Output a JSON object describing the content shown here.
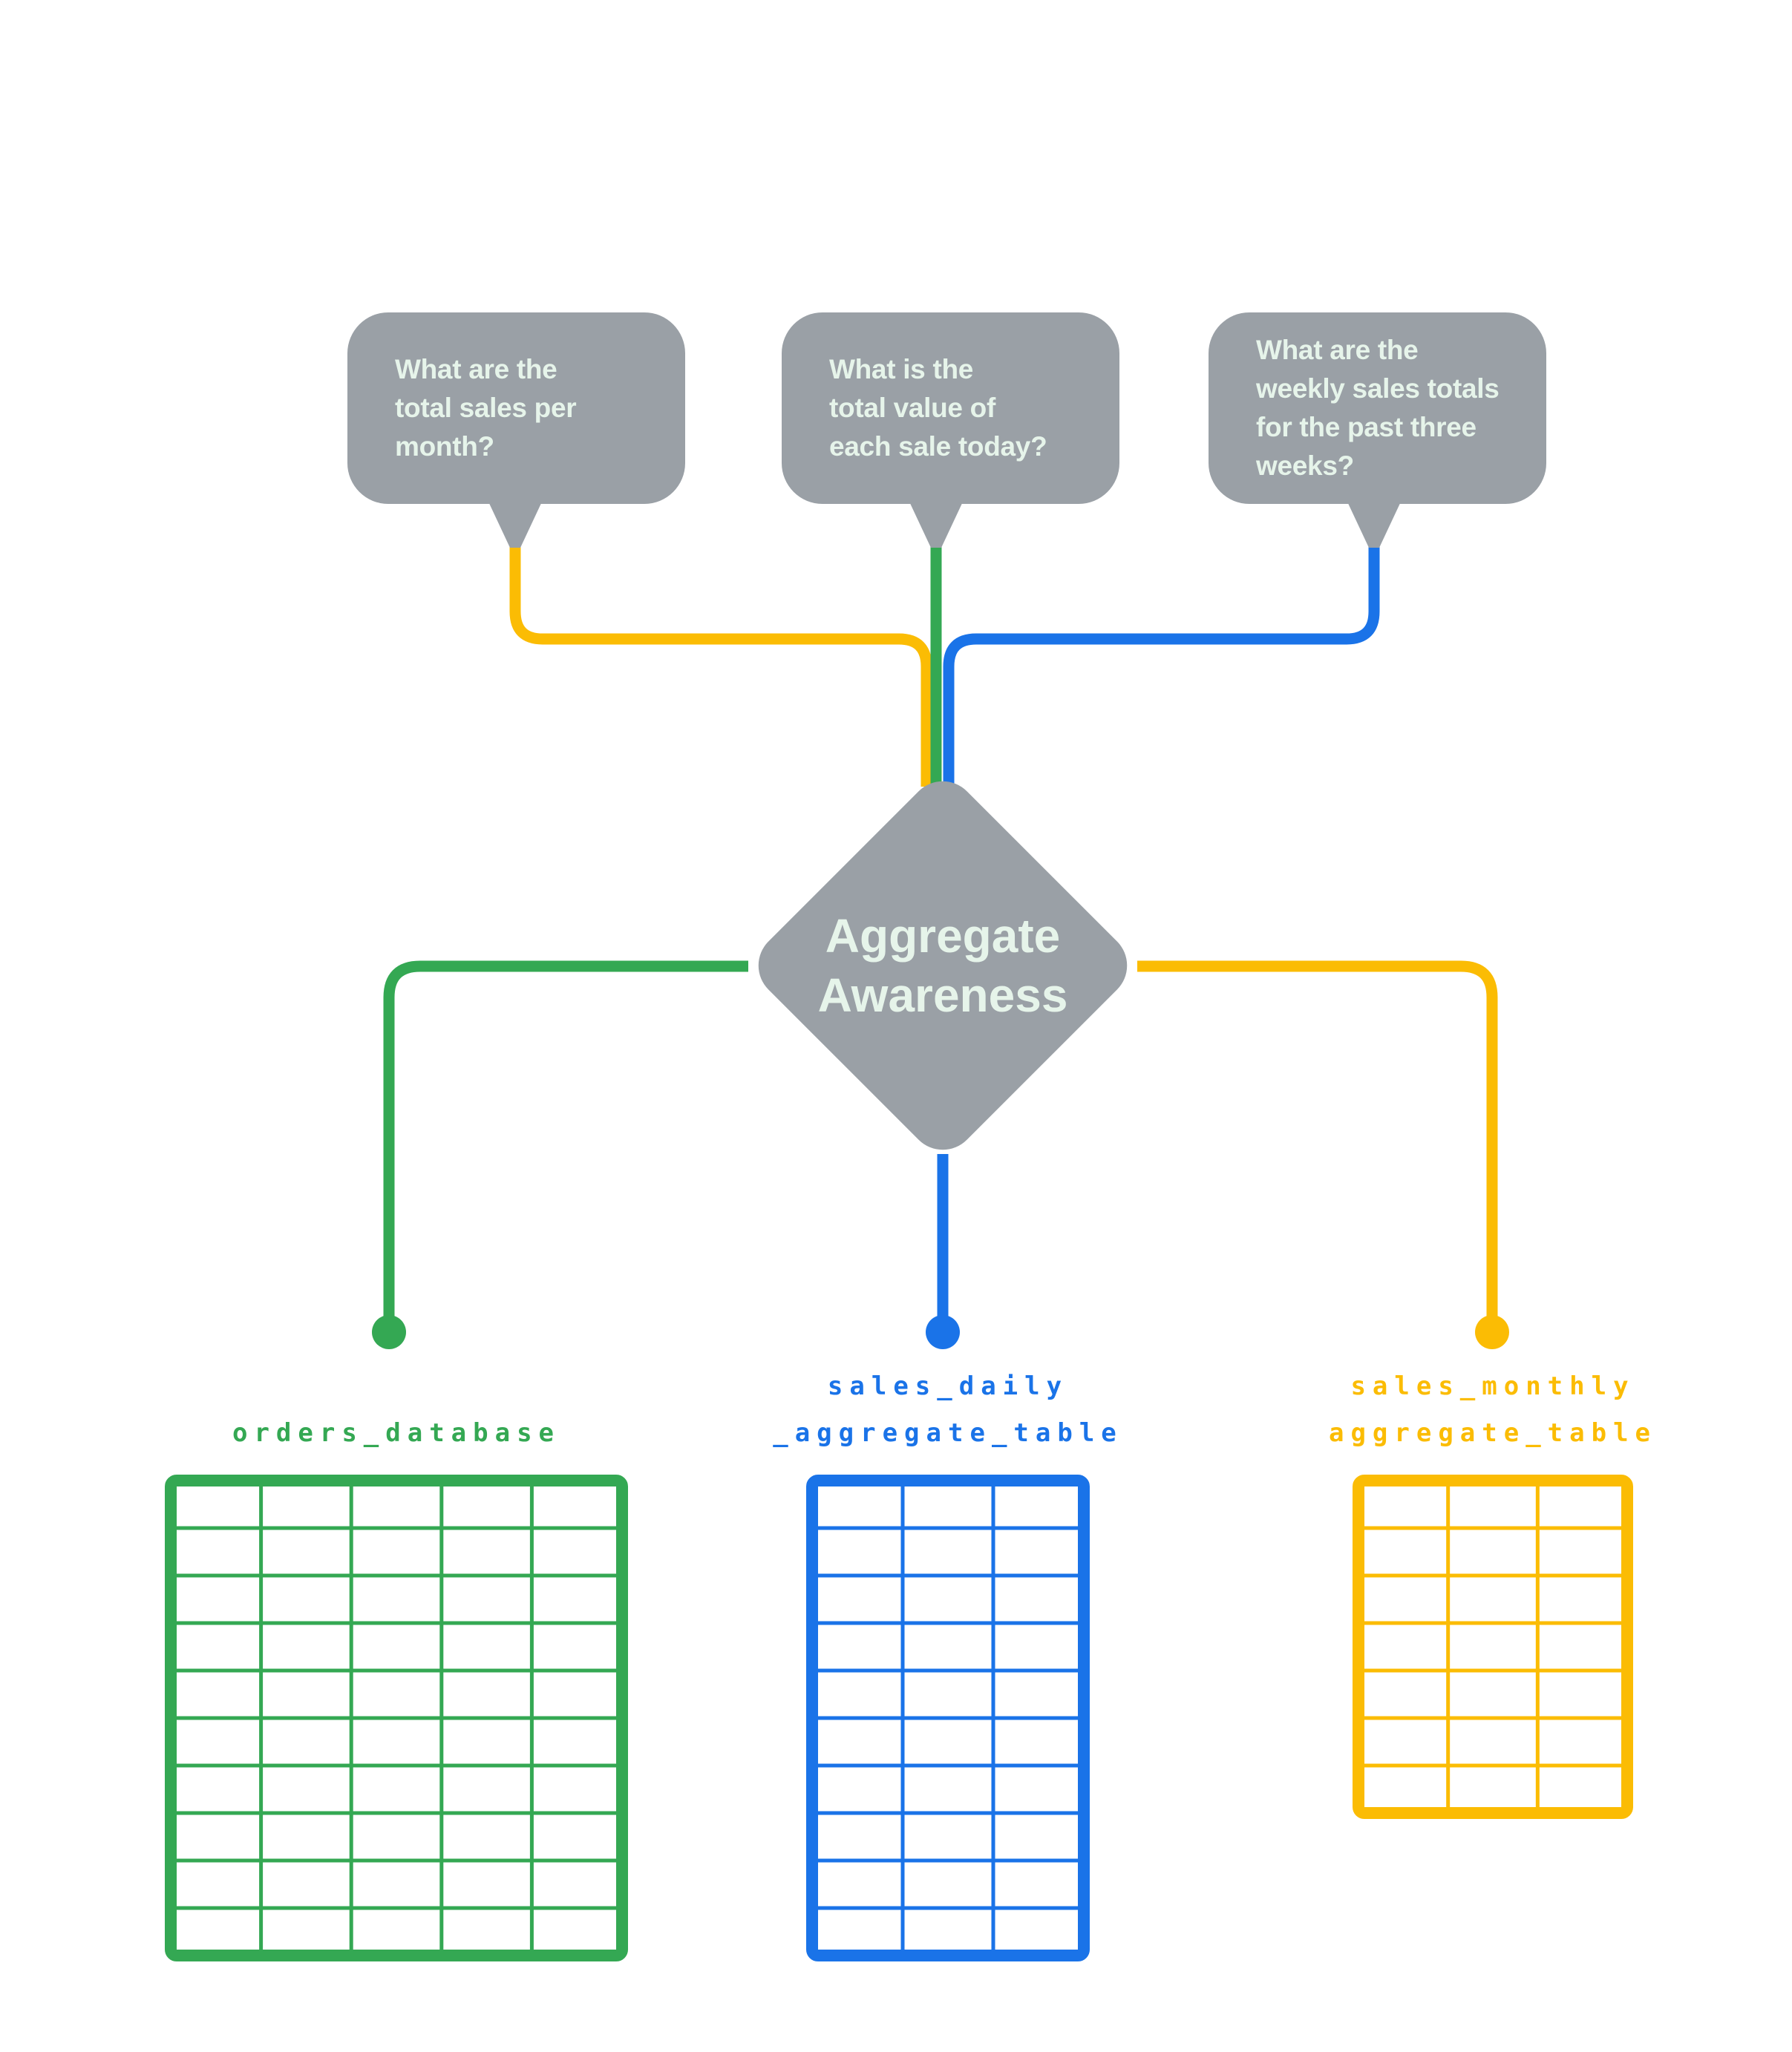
{
  "page": {
    "background": "#ffffff"
  },
  "palette": {
    "gray": "#9aa0a6",
    "mint": "#e6f4ea",
    "green": "#34a853",
    "blue": "#1a73e8",
    "yellow": "#fbbc04"
  },
  "questions": [
    {
      "text": "What are the\ntotal sales per\nmonth?",
      "connector_color": "#fbbc04"
    },
    {
      "text": "What is the\ntotal value of\neach sale today?",
      "connector_color": "#34a853"
    },
    {
      "text": "What are the\nweekly sales totals\nfor the past three\nweeks?",
      "connector_color": "#1a73e8"
    }
  ],
  "decision_node": {
    "text": "Aggregate\nAwareness"
  },
  "data_sources": [
    {
      "label": "orders_database",
      "color": "#34a853",
      "columns": 5,
      "rows": 10
    },
    {
      "label": "sales_daily\n_aggregate_table",
      "color": "#1a73e8",
      "columns": 3,
      "rows": 10
    },
    {
      "label": "sales_monthly\naggregate_table",
      "color": "#fbbc04",
      "columns": 3,
      "rows": 7
    }
  ]
}
